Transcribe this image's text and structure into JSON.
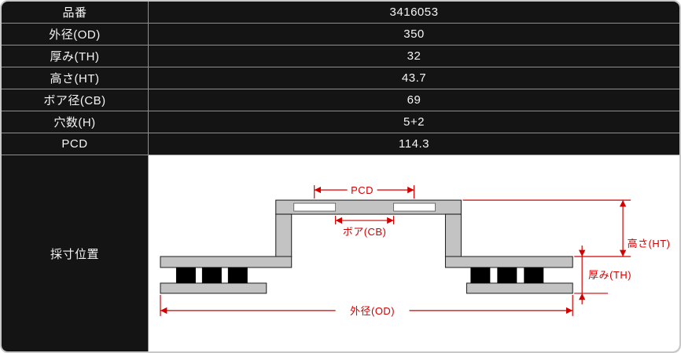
{
  "spec_table": {
    "rows": [
      {
        "label": "品番",
        "value": "3416053"
      },
      {
        "label": "外径(OD)",
        "value": "350"
      },
      {
        "label": "厚み(TH)",
        "value": "32"
      },
      {
        "label": "高さ(HT)",
        "value": "43.7"
      },
      {
        "label": "ボア径(CB)",
        "value": "69"
      },
      {
        "label": "穴数(H)",
        "value": "5+2"
      },
      {
        "label": "PCD",
        "value": "114.3"
      }
    ],
    "measurement_label": "採寸位置"
  },
  "diagram": {
    "dimension_labels": {
      "pcd": "PCD",
      "bore": "ボア(CB)",
      "height": "高さ(HT)",
      "thickness": "厚み(TH)",
      "outer_diameter": "外径(OD)"
    },
    "colors": {
      "dimension_line": "#d40000",
      "metal_fill": "#c3c3c3",
      "vane_fill": "#000000",
      "background": "#ffffff"
    }
  },
  "theme": {
    "row_background": "#141414",
    "row_text": "#f5f5f5",
    "grid_line": "#8f8f8f",
    "outer_border": "#c8c8c8"
  }
}
